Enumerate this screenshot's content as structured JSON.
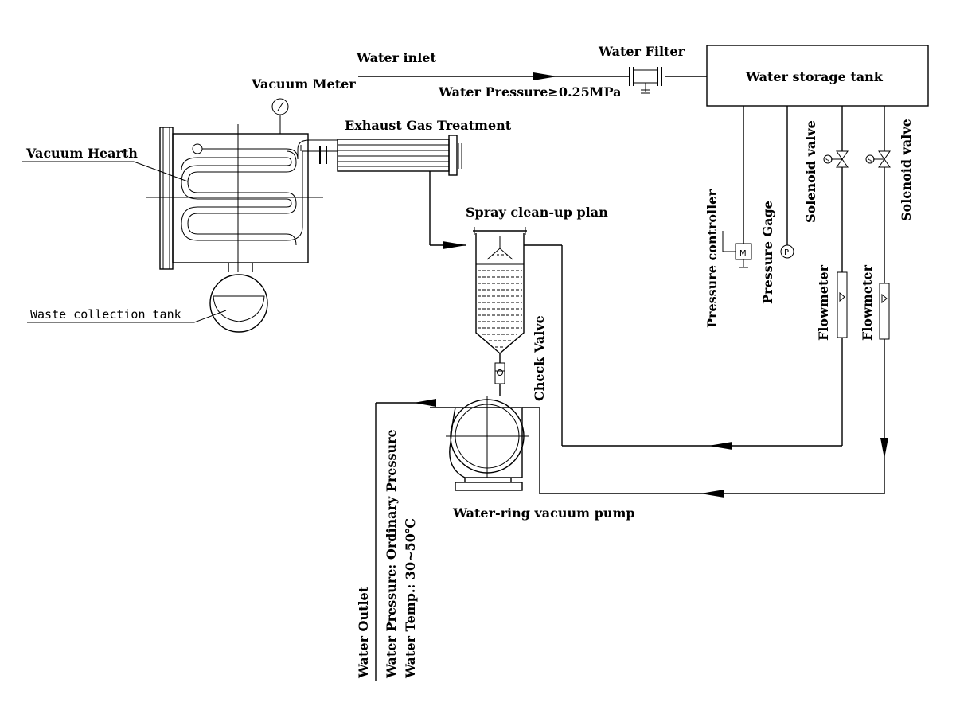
{
  "labels": {
    "water_inlet": "Water inlet",
    "water_filter": "Water Filter",
    "water_pressure_inlet": "Water Pressure≥0.25MPa",
    "water_storage_tank": "Water storage tank",
    "vacuum_meter": "Vacuum Meter",
    "exhaust_gas_treatment": "Exhaust Gas Treatment",
    "vacuum_hearth": "Vacuum Hearth",
    "waste_collection_tank": "Waste collection tank",
    "spray_cleanup_plan": "Spray clean-up plan",
    "check_valve": "Check Valve",
    "water_ring_vacuum_pump": "Water-ring vacuum pump",
    "pressure_controller": "Pressure controller",
    "pressure_gage": "Pressure Gage",
    "solenoid_valve_1": "Solenoid valve",
    "solenoid_valve_2": "Solenoid valve",
    "flowmeter_1": "Flowmeter",
    "flowmeter_2": "Flowmeter",
    "water_outlet": "Water Outlet",
    "outlet_pressure": "Water Pressure: Ordinary Pressure",
    "outlet_temp": "Water Temp.: 30~50℃"
  },
  "symbols": {
    "pressure_controller_symbol": "M",
    "pressure_gage_symbol": "P",
    "solenoid_symbol": "S"
  }
}
